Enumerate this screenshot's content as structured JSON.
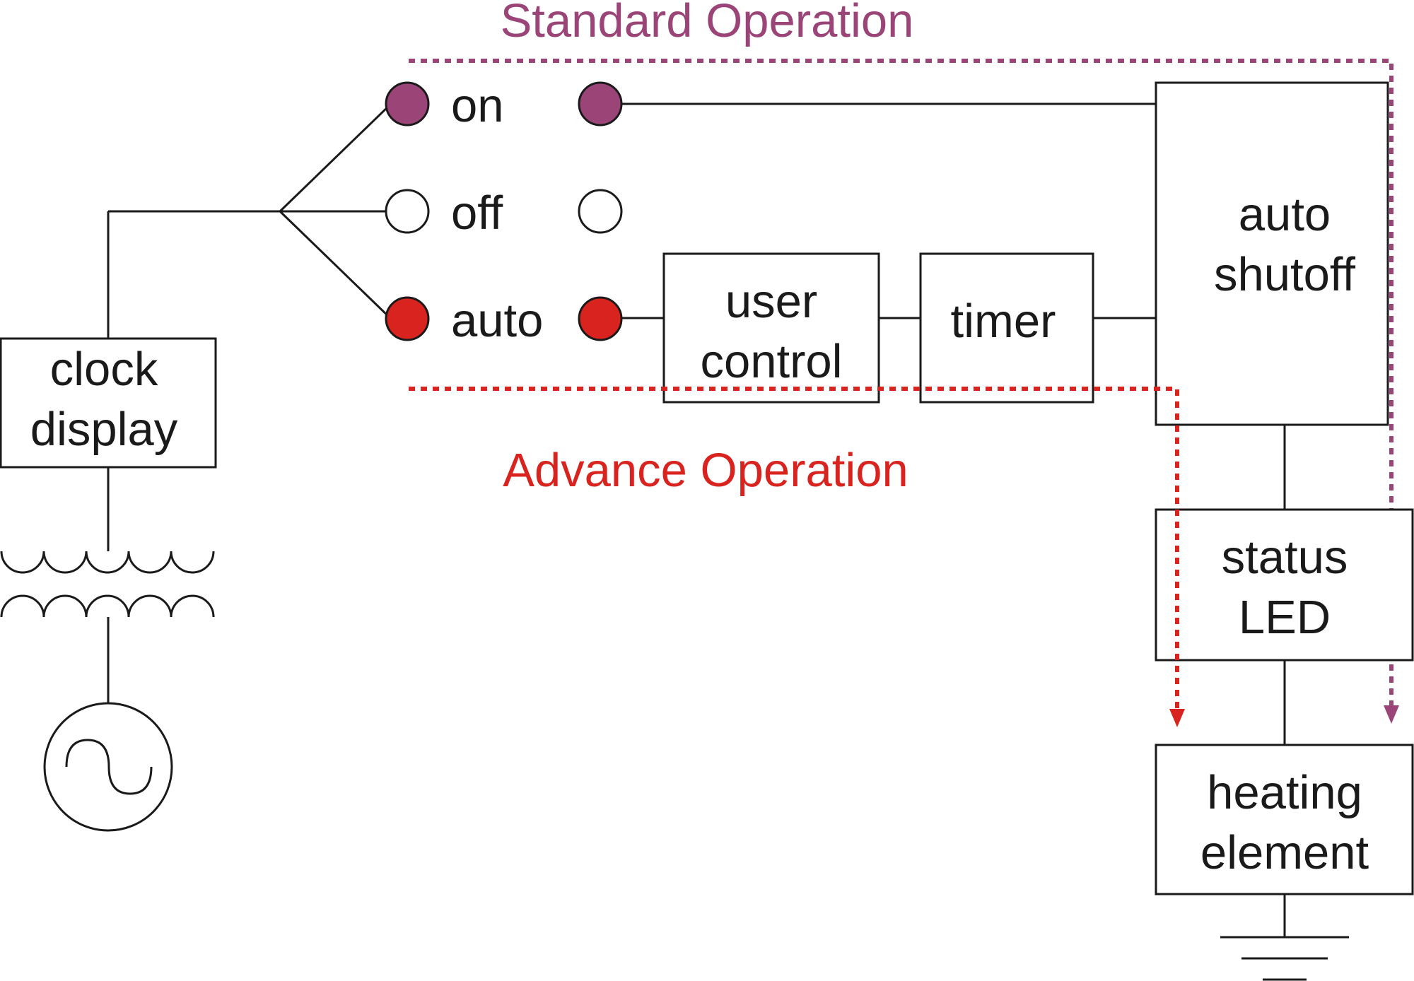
{
  "colors": {
    "standard": "#9b4478",
    "advance": "#d8231f",
    "line": "#1a1a1a"
  },
  "paths": {
    "standard_label": "Standard Operation",
    "advance_label": "Advance Operation"
  },
  "switch": {
    "on": "on",
    "off": "off",
    "auto": "auto"
  },
  "blocks": {
    "clock_display": [
      "clock",
      "display"
    ],
    "user_control": [
      "user",
      "control"
    ],
    "timer": "timer",
    "auto_shutoff": [
      "auto",
      "shutoff"
    ],
    "status_led": [
      "status",
      "LED"
    ],
    "heating_element": [
      "heating",
      "element"
    ]
  },
  "symbols": {
    "transformer": "transformer-icon",
    "ac_source": "ac-source-icon",
    "ground": "ground-icon"
  }
}
